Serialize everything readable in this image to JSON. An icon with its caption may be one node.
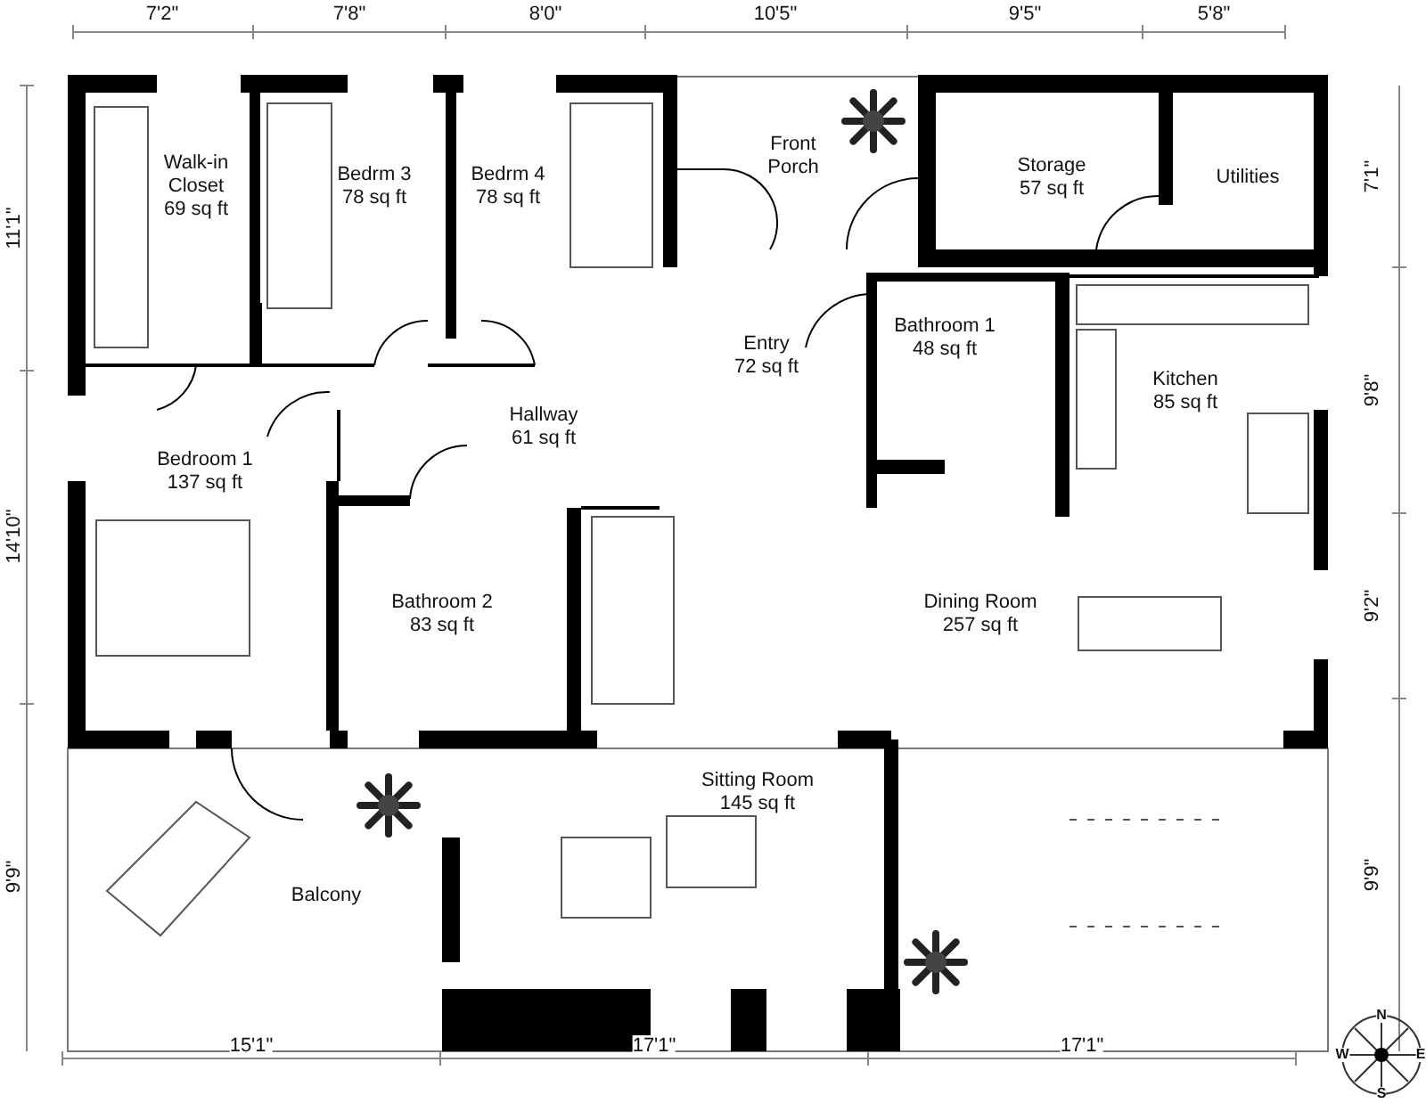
{
  "diagram": {
    "nodes": [
      {
        "text": [
          "Walk-in Closet",
          "69 sq ft"
        ]
      },
      {
        "text": [
          "Bedrm 3",
          "78 sq ft"
        ]
      },
      {
        "text": [
          "Bedrm 4",
          "78 sq ft"
        ]
      },
      {
        "text": [
          "Front Porch"
        ]
      },
      {
        "text": [
          "Storage",
          "57 sq ft"
        ]
      },
      {
        "text": [
          "Utilities"
        ]
      },
      {
        "text": [
          "Entry",
          "72 sq ft"
        ]
      },
      {
        "text": [
          "Bathroom 1",
          "48 sq ft"
        ]
      },
      {
        "text": [
          "Kitchen",
          "85 sq ft"
        ]
      },
      {
        "text": [
          "Bedroom 1",
          "137 sq ft"
        ]
      },
      {
        "text": [
          "Hallway",
          "61 sq ft"
        ]
      },
      {
        "text": [
          "Bathroom 2",
          "83 sq ft"
        ]
      },
      {
        "text": [
          "Dining Room",
          "257 sq ft"
        ]
      },
      {
        "text": [
          "Sitting Room",
          "145 sq ft"
        ]
      },
      {
        "text": [
          "Balcony"
        ]
      }
    ],
    "labels": [
      "7'2\"",
      "7'8\"",
      "8'0\"",
      "10'5\"",
      "9'5\"",
      "5'8\"",
      "11'1\"",
      "14'10\"",
      "9'9\"",
      "7'1\"",
      "9'8\"",
      "9'2\"",
      "9'9\"",
      "15'1\"",
      "17'1\"",
      "17'1\"",
      "N",
      "E",
      "S",
      "W"
    ]
  }
}
